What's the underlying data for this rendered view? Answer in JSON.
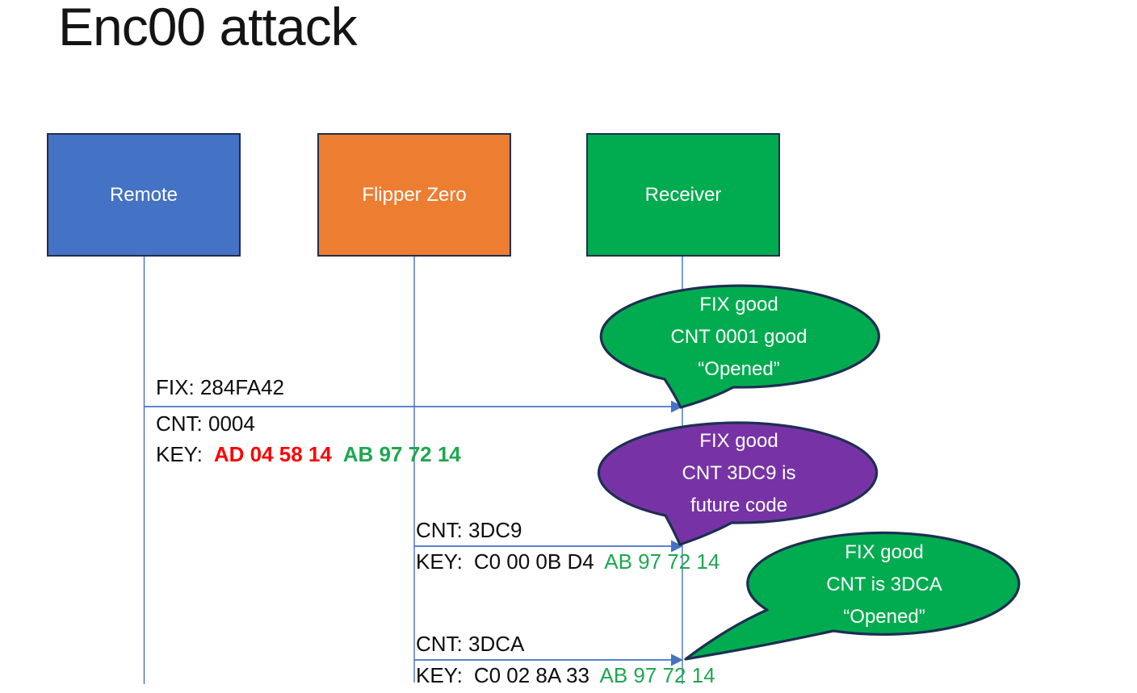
{
  "title": "Enc00 attack",
  "actors": [
    {
      "id": "remote",
      "label": "Remote",
      "fill": "#4472C4"
    },
    {
      "id": "flipper",
      "label": "Flipper Zero",
      "fill": "#ED7D31"
    },
    {
      "id": "receiver",
      "label": "Receiver",
      "fill": "#00AC4F"
    }
  ],
  "messages": {
    "m1": {
      "fix": "FIX: 284FA42",
      "cnt": "CNT: 0004",
      "key_label": "KEY:",
      "key_rolling": "AD 04 58 14",
      "key_fixed": "AB 97 72 14"
    },
    "m2": {
      "cnt": "CNT: 3DC9",
      "key_label": "KEY:",
      "key_rolling": "C0 00 0B D4",
      "key_fixed": "AB 97 72 14"
    },
    "m3": {
      "cnt": "CNT: 3DCA",
      "key_label": "KEY:",
      "key_rolling": "C0 02 8A 33",
      "key_fixed": "AB 97 72 14"
    }
  },
  "callouts": [
    {
      "line1": "FIX good",
      "line2": "CNT 0001 good",
      "line3": "“Opened”",
      "fill": "#00AC4F"
    },
    {
      "line1": "FIX good",
      "line2": "CNT 3DC9 is",
      "line3": "future code",
      "fill": "#7733A6"
    },
    {
      "line1": "FIX good",
      "line2": "CNT is 3DCA",
      "line3": "“Opened”",
      "fill": "#00AC4F"
    }
  ],
  "colors": {
    "remote_blue": "#4472C4",
    "flipper_orange": "#ED7D31",
    "receiver_green": "#00AC4F",
    "callout_purple": "#7733A6",
    "outline_navy": "#1E2F52",
    "arrow_blue": "#4472C4",
    "key_red": "#FF0000",
    "key_green": "#1EA750",
    "text_black": "#0D0D0D"
  }
}
